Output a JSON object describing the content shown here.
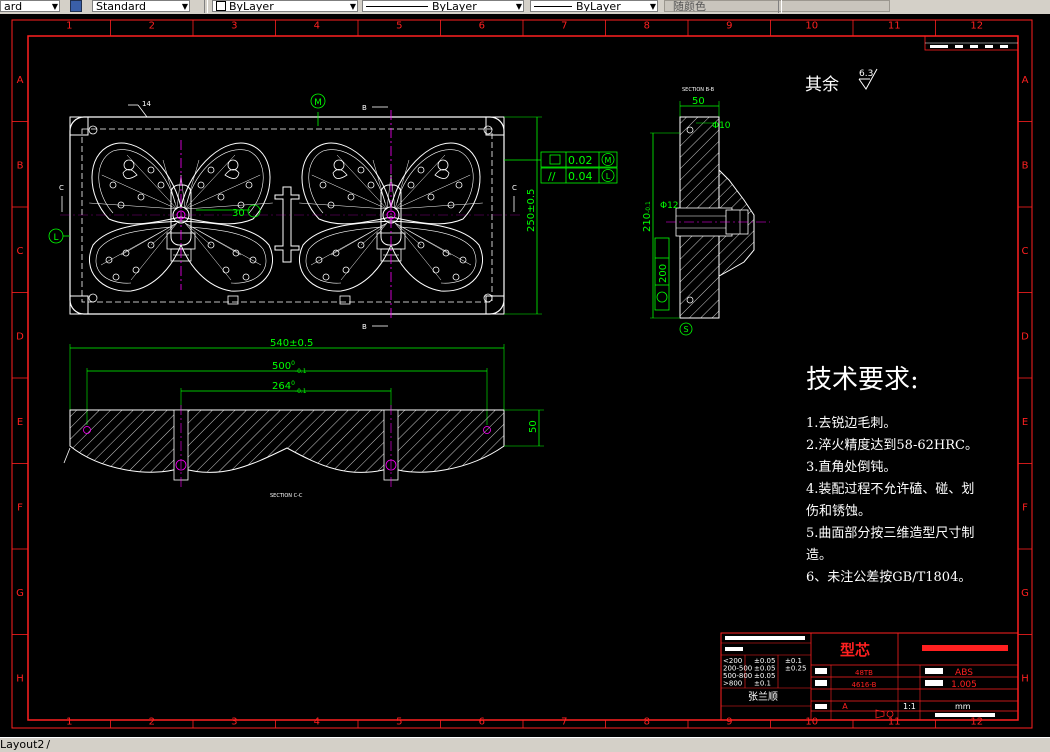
{
  "toolbar": {
    "left_dropdown": "ard",
    "style_dropdown": "Standard",
    "layer_dropdown": "ByLayer",
    "linetype_dropdown": "ByLayer",
    "lineweight_dropdown": "ByLayer",
    "color_dropdown": "随颜色"
  },
  "frame": {
    "columns": [
      "1",
      "2",
      "3",
      "4",
      "5",
      "6",
      "7",
      "8",
      "9",
      "10",
      "11",
      "12"
    ],
    "rows": [
      "A",
      "B",
      "C",
      "D",
      "E",
      "F",
      "G",
      "H"
    ]
  },
  "drawing": {
    "roughness_label": "其余",
    "roughness_value": "6.3",
    "section_bb_label": "SECTION B-B",
    "section_cc_label": "SECTION C-C",
    "section_mark_b": "B",
    "section_mark_c": "C",
    "datum_m": "M",
    "datum_l": "L",
    "datum_s": "S",
    "leader_14": "14",
    "dim_30": "30",
    "dim_250": "250",
    "dim_250_tol": "±0.5",
    "dim_540": "540",
    "dim_540_tol": "±0.5",
    "dim_500": "500",
    "dim_500_tol_sup": "0",
    "dim_500_tol_sub": "-0.1",
    "dim_264": "264",
    "dim_264_tol_sup": "0",
    "dim_264_tol_sub": "-0.1",
    "dim_50_top": "50",
    "dim_50_side": "50",
    "dim_210": "210",
    "dim_210_tol": "-0.1",
    "dim_12": "Φ12",
    "dim_10": "Φ10",
    "dim_200": "200",
    "tol_flat_value": "0.02",
    "tol_flat_ref": "M",
    "tol_par_value": "0.04",
    "tol_par_ref": "L",
    "tol_flat_sym": "",
    "tol_par_sym": "//"
  },
  "notes": {
    "title": "技术要求:",
    "lines": [
      "1.去锐边毛刺。",
      "2.淬火精度达到58-62HRC。",
      "3.直角处倒钝。",
      "4.装配过程不允许磕、碰、划",
      "伤和锈蚀。",
      "5.曲面部分按三维造型尺寸制",
      "造。",
      "6、未注公差按GB/T1804。"
    ]
  },
  "title_block": {
    "part_name": "型芯",
    "material": "ABS",
    "scale_ratio": "1.005",
    "scale": "1:1",
    "unit": "mm",
    "drawing_no": "4616-B",
    "code": "48TB",
    "sheet_label": "A",
    "stamp_text": "张兰顺",
    "tol_ranges": [
      "<200",
      "200-500",
      "500-800",
      ">800"
    ],
    "tol_vals_a": [
      "±0.05",
      "±0.05",
      "±0.05",
      "±0.1"
    ],
    "tol_vals_b": [
      "±0.1",
      "±0.25",
      "",
      ""
    ]
  },
  "status": {
    "layout_tab": "Layout2",
    "separator": "/"
  },
  "colors": {
    "background": "#000000",
    "frame": "#ff2020",
    "geometry": "#ffffff",
    "dimension": "#00ff00",
    "centerline": "#ff00ff",
    "section_hatch": "#ffffff"
  }
}
